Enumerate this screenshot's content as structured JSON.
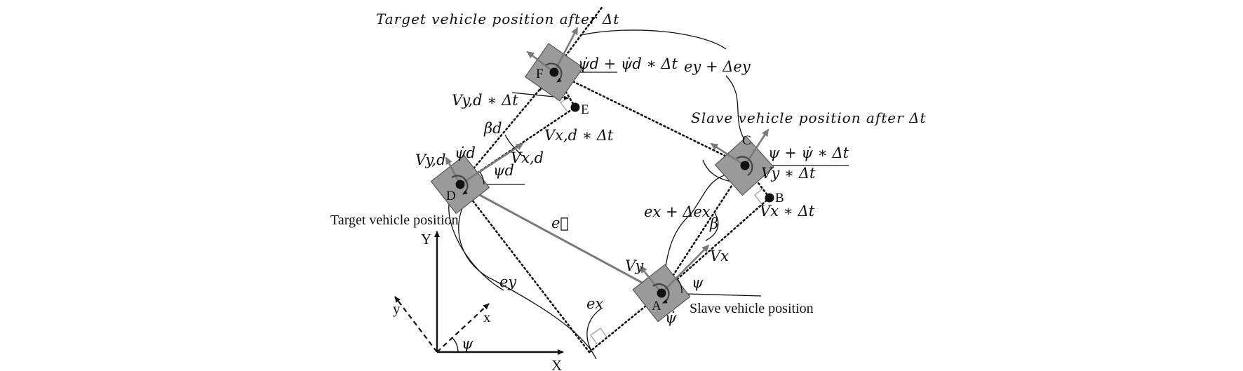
{
  "titles": {
    "target_after": "Target vehicle position after Δt",
    "slave_after": "Slave vehicle position after Δt",
    "target_pos": "Target vehicle position",
    "slave_pos": "Slave vehicle position"
  },
  "points": {
    "A": "A",
    "B": "B",
    "C": "C",
    "D": "D",
    "E": "E",
    "F": "F"
  },
  "labels": {
    "psi_d_dt": "ψ̇d + ψ̇d ∗ Δt",
    "ey_dey": "ey + Δey",
    "vyd_dt": "Vy,d ∗ Δt",
    "beta_d": "βd",
    "vxd_dt": "Vx,d ∗ Δt",
    "vyd": "Vy,d",
    "psidot_d": "ψ̇d",
    "psi_d": "ψd",
    "vxd": "Vx,d",
    "e_vec": "e⃗",
    "psi_psidot_dt": "ψ + ψ̇ ∗ Δt",
    "vy_dt": "Vy ∗ Δt",
    "vx_dt": "Vx ∗ Δt",
    "ex_dex": "ex + Δex",
    "beta": "β",
    "vx": "Vx",
    "vy": "Vy",
    "psi": "ψ",
    "psidot": "ψ̇",
    "ey": "ey",
    "ex": "ex"
  },
  "axes": {
    "X": "X",
    "Y": "Y",
    "x": "x",
    "y": "y",
    "psi": "ψ"
  }
}
